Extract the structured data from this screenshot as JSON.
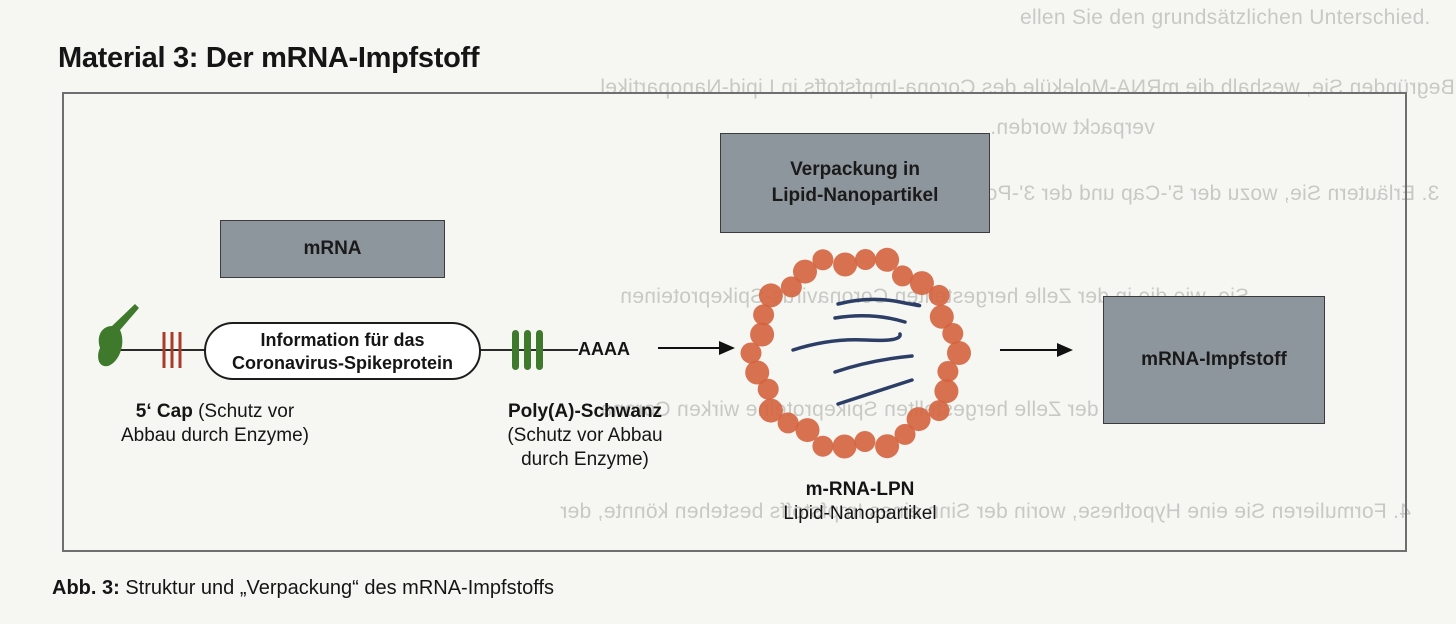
{
  "heading": "Material 3: Der mRNA-Impfstoff",
  "boxes": {
    "mrna": "mRNA",
    "verpackung_line1": "Verpackung in",
    "verpackung_line2": "Lipid-Nanopartikel",
    "impfstoff": "mRNA-Impfstoff"
  },
  "strand": {
    "info_line1": "Information für das",
    "info_line2": "Coronavirus-Spikeprotein",
    "poly_a": "AAAA"
  },
  "labels": {
    "cap_bold": "5‘ Cap",
    "cap_rest": " (Schutz vor",
    "cap_line2": "Abbau durch Enzyme)",
    "poly_bold": "Poly(A)-Schwanz",
    "poly_line2": "(Schutz vor Abbau",
    "poly_line3": "durch Enzyme)",
    "lpn_bold": "m-RNA-LPN",
    "lpn_line2": "Lipid-Nanopartikel"
  },
  "caption": {
    "bold": "Abb. 3:",
    "rest": " Struktur und „Verpackung“ des mRNA-Impfstoffs"
  },
  "colors": {
    "cap_green": "#3f7a2c",
    "poly_green": "#3f7a2c",
    "cap_red": "#a83c2c",
    "lipid_orange": "#d4633d",
    "mrna_strand": "#2c3e66",
    "box_fill": "#8e969d"
  }
}
